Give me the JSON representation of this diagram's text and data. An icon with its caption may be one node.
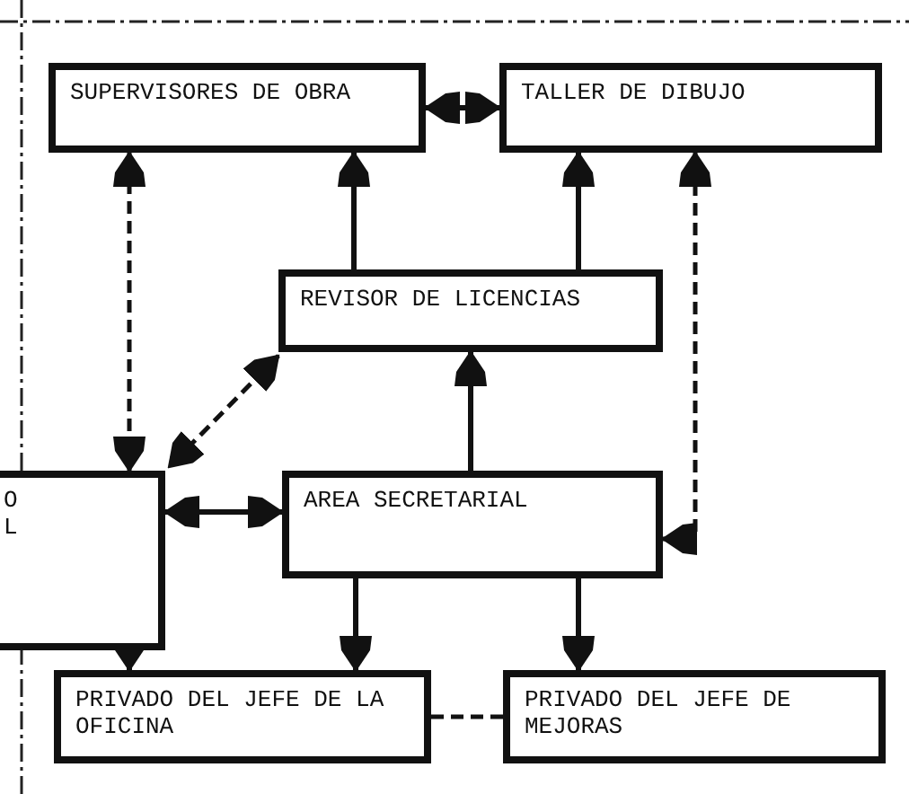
{
  "diagram": {
    "nodes": [
      {
        "text": [
          "SUPERVISORES DE OBRA"
        ]
      },
      {
        "text": [
          "TALLER DE DIBUJO"
        ]
      },
      {
        "text": [
          "REVISOR DE LICENCIAS"
        ]
      },
      {
        "text": [
          "O",
          "L"
        ]
      },
      {
        "text": [
          "AREA SECRETARIAL"
        ]
      },
      {
        "text": [
          "PRIVADO DEL JEFE DE LA OFICINA"
        ]
      },
      {
        "text": [
          "PRIVADO DEL JEFE DE MEJORAS"
        ]
      }
    ],
    "edges": [
      {
        "from": 0,
        "to": 1,
        "arrow": "both"
      },
      {
        "from": 3,
        "to": 0,
        "arrow": "both",
        "style": "dashed"
      },
      {
        "from": 2,
        "to": 0,
        "arrow": "to"
      },
      {
        "from": 2,
        "to": 1,
        "arrow": "to"
      },
      {
        "from": 4,
        "to": 1,
        "arrow": "both",
        "style": "dashed"
      },
      {
        "from": 2,
        "to": 3,
        "arrow": "both",
        "style": "dashed"
      },
      {
        "from": 3,
        "to": 4,
        "arrow": "both"
      },
      {
        "from": 4,
        "to": 2,
        "arrow": "to"
      },
      {
        "from": 4,
        "to": 5,
        "arrow": "to"
      },
      {
        "from": 4,
        "to": 6,
        "arrow": "to"
      },
      {
        "from": 3,
        "to": 5,
        "arrow": "to"
      },
      {
        "from": 5,
        "to": 6,
        "arrow": "none",
        "style": "dashed"
      }
    ]
  }
}
